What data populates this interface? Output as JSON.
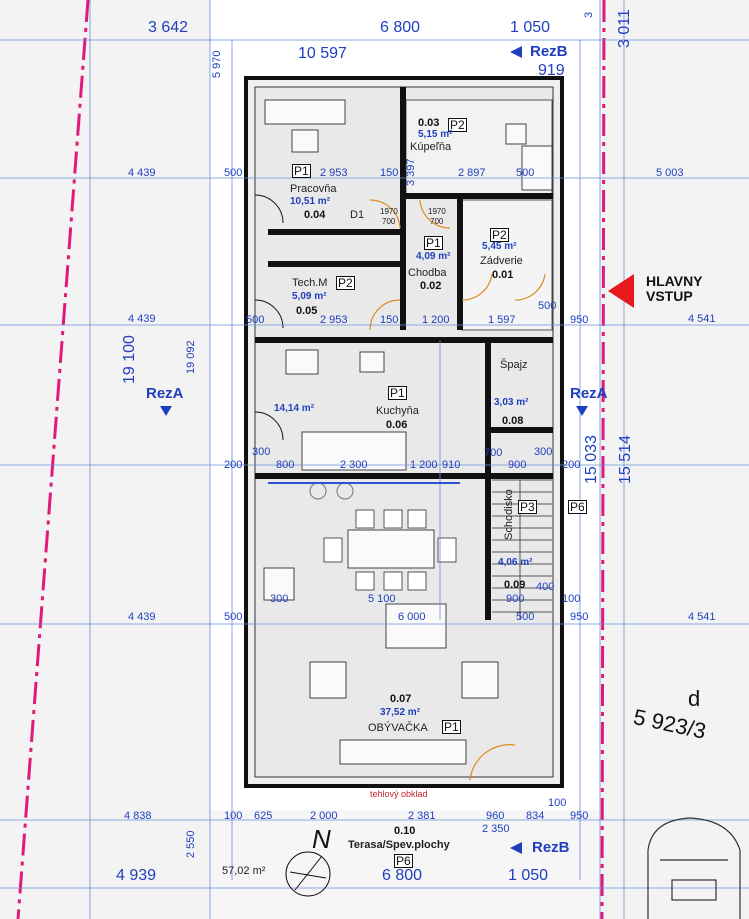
{
  "top_dims": {
    "d1": "3 642",
    "d2": "6 800",
    "d3": "1 050",
    "d4": "3",
    "d5": "3 011",
    "d6": "10 597",
    "d7": "919",
    "d8": "5 970"
  },
  "rez_labels": {
    "rezb_top": "RezB",
    "rezb_bottom": "RezB",
    "reza_left": "RezA",
    "reza_right": "RezA"
  },
  "entrance": {
    "line1": "HLAVNY",
    "line2": "VSTUP"
  },
  "parcel": {
    "letter": "d",
    "number": "5 923/3"
  },
  "north": "N",
  "rooms": {
    "kupelna": {
      "tag": "P2",
      "code": "0.03",
      "area": "5,15 m²",
      "name": "Kúpeľňa"
    },
    "pracovna": {
      "tag": "P1",
      "code": "0.04",
      "area": "10,51 m²",
      "name": "Pracovňa"
    },
    "chodba": {
      "tag": "P1",
      "code": "0.02",
      "area": "4,09 m²",
      "name": "Chodba"
    },
    "zadverie": {
      "tag": "P2",
      "code": "0.01",
      "area": "5,45 m²",
      "name": "Zádverie"
    },
    "tech": {
      "tag": "P2",
      "code": "0.05",
      "area": "5,09 m²",
      "name": "Tech.M"
    },
    "kuchyna": {
      "tag": "P1",
      "code": "0.06",
      "area": "14,14 m²",
      "name": "Kuchyňa"
    },
    "spajz": {
      "code": "0.08",
      "area": "3,03 m²",
      "name": "Špajz"
    },
    "schodisko": {
      "tag": "P3",
      "code": "0.09",
      "area": "4,06 m²",
      "name": "Schodisko"
    },
    "obyvacka": {
      "tag": "P1",
      "code": "0.07",
      "area": "37,52 m²",
      "name": "OBÝVAČKA"
    },
    "terasa": {
      "tag": "P6",
      "code": "0.10",
      "area": "57,02 m²",
      "name": "Terasa/Spev.plochy"
    },
    "extra_tag": "P6"
  },
  "door": "D1",
  "side_dims": {
    "left_4439_a": "4 439",
    "left_4439_b": "4 439",
    "left_4439_c": "4 439",
    "right_5003": "5 003",
    "right_4541_a": "4 541",
    "right_4541_b": "4 541",
    "left_19100": "19 100",
    "left_19092": "19 092",
    "right_15033": "15 033",
    "right_15514": "15 514",
    "bottom_4838": "4 838",
    "bottom_4939": "4 939",
    "bottom_6800": "6 800",
    "bottom_1050": "1 050",
    "bottom_2550": "2 550"
  },
  "inner_dims": {
    "r1_500": "500",
    "r1_2953": "2 953",
    "r1_150": "150",
    "r1_3397": "3 397",
    "r1_2897": "2 897",
    "r1_500b": "500",
    "r2_500": "500",
    "r2_2953": "2 953",
    "r2_150": "150",
    "r2_1200": "1 200",
    "r2_1597": "1 597",
    "r2_500b": "500",
    "r2_950": "950",
    "r3_200": "200",
    "r3_800": "800",
    "r3_2300": "2 300",
    "r3_1200": "1 200",
    "r3_910": "910",
    "r3_700": "700",
    "r3_900": "900",
    "r3_200b": "200",
    "r3_300": "300",
    "r3_300b": "300",
    "r4_500": "500",
    "r4_5100": "5 100",
    "r4_6000": "6 000",
    "r4_900": "900",
    "r4_400": "400",
    "r4_100": "100",
    "r4_500b": "500",
    "r4_950": "950",
    "r4_300": "300",
    "r5_100": "100",
    "r5_625": "625",
    "r5_2000": "2 000",
    "r5_2381": "2 381",
    "r5_960": "960",
    "r5_834": "834",
    "r5_950": "950",
    "r5_2350": "2 350",
    "r5_100b": "100",
    "d1_w": "1970",
    "d1_h": "700",
    "d2_w": "1970",
    "d2_h": "700",
    "brick": "tehlový obklad"
  }
}
